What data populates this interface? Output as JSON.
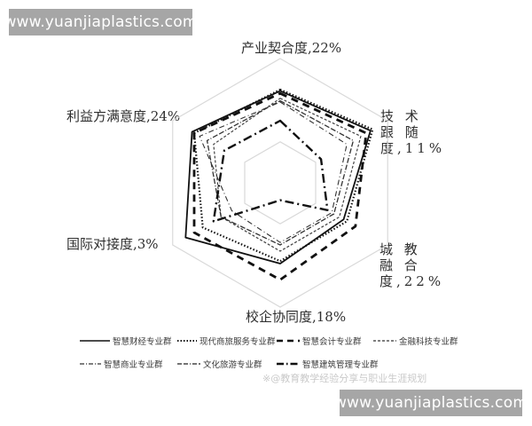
{
  "watermark": {
    "text": "www.yuanjiaplastics.com"
  },
  "credit": "※@教育教学经验分享与职业生涯规划",
  "chart_data": {
    "type": "radar",
    "title": "",
    "axes": [
      {
        "name": "产业契合度",
        "weight": "22%",
        "label": "产业契合度,22%"
      },
      {
        "name": "技术跟随度",
        "weight": "11%",
        "label": "技 术 跟 随 度,11%"
      },
      {
        "name": "城教融合度",
        "weight": "22%",
        "label": "城 教 融 合 度,22%"
      },
      {
        "name": "校企协同度",
        "weight": "18%",
        "label": "校企协同度,18%"
      },
      {
        "name": "国际对接度",
        "weight": "3%",
        "label": "国际对接度,3%"
      },
      {
        "name": "利益方满意度",
        "weight": "24%",
        "label": "利益方满意度,24%"
      }
    ],
    "range": [
      0,
      1
    ],
    "grid_rings": [
      0.33,
      1.0
    ],
    "series": [
      {
        "name": "智慧财经专业群",
        "style": "solid",
        "values": [
          0.74,
          0.84,
          0.59,
          0.65,
          0.88,
          0.82
        ]
      },
      {
        "name": "现代商旅服务专业群",
        "style": "dotted",
        "values": [
          0.75,
          0.86,
          0.62,
          0.63,
          0.72,
          0.8
        ]
      },
      {
        "name": "智慧会计专业群",
        "style": "long-dash",
        "values": [
          0.72,
          0.8,
          0.7,
          0.78,
          0.8,
          0.8
        ]
      },
      {
        "name": "金融科技专业群",
        "style": "short-dash",
        "values": [
          0.68,
          0.75,
          0.55,
          0.55,
          0.55,
          0.62
        ]
      },
      {
        "name": "智慧商业专业群",
        "style": "dash-dot-thin",
        "values": [
          0.65,
          0.62,
          0.48,
          0.48,
          0.45,
          0.75
        ]
      },
      {
        "name": "文化旅游专业群",
        "style": "dash-dot-dot",
        "values": [
          0.66,
          0.68,
          0.5,
          0.5,
          0.55,
          0.68
        ]
      },
      {
        "name": "智慧建筑管理专业群",
        "style": "dash-dot-heavy",
        "values": [
          0.5,
          0.38,
          0.44,
          0.14,
          0.62,
          0.52
        ]
      }
    ],
    "legend_position": "bottom"
  }
}
